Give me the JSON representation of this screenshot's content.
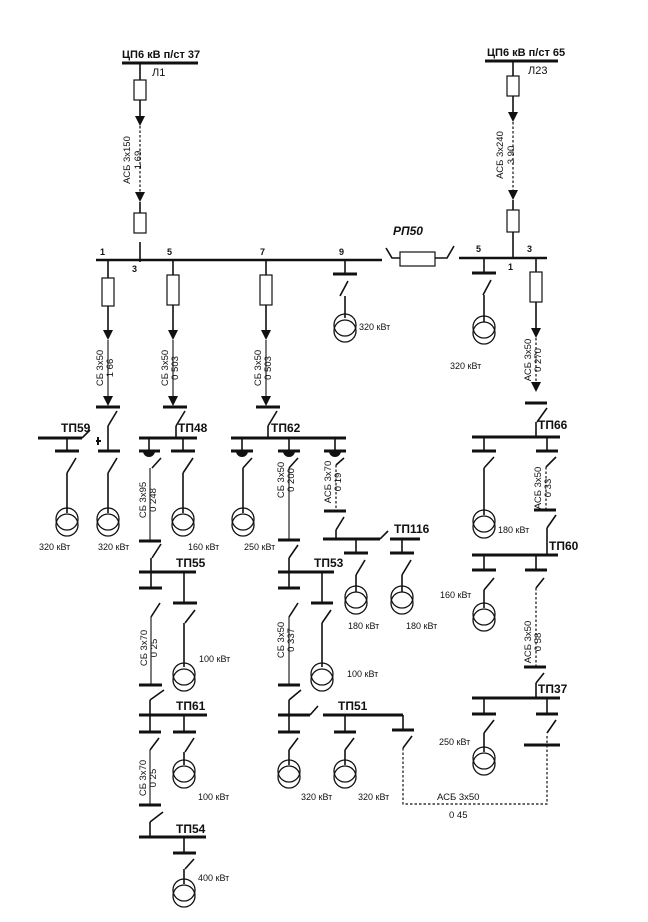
{
  "title": "Схема электроснабжения 6 кВ",
  "sources": [
    {
      "id": "src-37",
      "label": "ЦП6 кВ  п/ст 37",
      "line": "Л1"
    },
    {
      "id": "src-65",
      "label": "ЦП6 кВ  п/ст 65",
      "line": "Л23"
    }
  ],
  "rp": {
    "name": "РП50",
    "left_cells": [
      "1",
      "3",
      "5",
      "7",
      "9"
    ],
    "right_cells": [
      "5",
      "1",
      "3"
    ]
  },
  "cables": {
    "feed_l1": {
      "type": "АСБ 3х150",
      "length": "1 69"
    },
    "feed_l23": {
      "type": "АСБ 3х240",
      "length": "3 90"
    },
    "tp59": {
      "type": "СБ 3х50",
      "length": "1 66"
    },
    "tp48": {
      "type": "СБ 3х50",
      "length": "0 503"
    },
    "tp62": {
      "type": "СБ 3х50",
      "length": "0 503"
    },
    "tp66": {
      "type": "АСБ 3х50",
      "length": "0 270"
    },
    "tp48_tp55": {
      "type": "СБ 3х95",
      "length": "0 248"
    },
    "tp62_tp53": {
      "type": "СБ 3х50",
      "length": "0 200"
    },
    "tp62_tp116": {
      "type": "АСБ 3х70",
      "length": "0 19"
    },
    "tp66_tp60": {
      "type": "АСБ 3х50",
      "length": "0 33"
    },
    "tp55_tp61": {
      "type": "СБ 3х70",
      "length": "0 25"
    },
    "tp53_tp51": {
      "type": "СБ 3х50",
      "length": "0 337"
    },
    "tp60_tp37": {
      "type": "АСБ 3х50",
      "length": "0 58"
    },
    "tp61_tp54": {
      "type": "СБ 3х70",
      "length": "0 25"
    },
    "tp51_tp37": {
      "type": "АСБ 3х50",
      "length": "0 45"
    }
  },
  "substations": {
    "tp59": "ТП59",
    "tp48": "ТП48",
    "tp62": "ТП62",
    "tp66": "ТП66",
    "tp116": "ТП116",
    "tp55": "ТП55",
    "tp53": "ТП53",
    "tp60": "ТП60",
    "tp61": "ТП61",
    "tp37": "ТП37",
    "tp51": "ТП51",
    "tp54": "ТП54"
  },
  "transformers": {
    "rp_left": "320 кВт",
    "rp_right": "320 кВт",
    "tp59_a": "320 кВт",
    "tp59_b": "320 кВт",
    "tp48": "160 кВт",
    "tp62": "250 кВт",
    "tp116_a": "180 кВт",
    "tp116_b": "180 кВт",
    "tp66": "180 кВт",
    "tp60": "160 кВт",
    "tp55": "100 кВт",
    "tp53": "100 кВт",
    "tp61": "100 кВт",
    "tp51_a": "320 кВт",
    "tp51_b": "320 кВт",
    "tp37": "250 кВт",
    "tp54": "400 кВт"
  }
}
